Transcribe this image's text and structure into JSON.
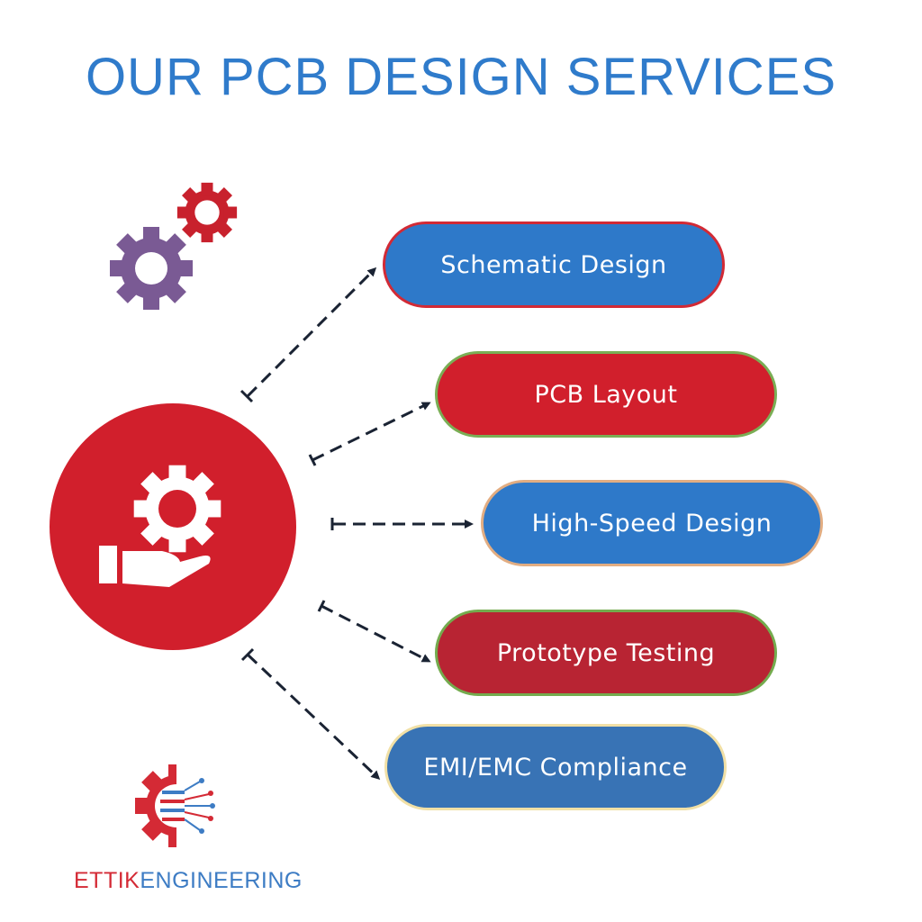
{
  "title": "OUR PCB DESIGN SERVICES",
  "services": [
    {
      "label": "Schematic Design",
      "fill": "#2e79c9",
      "border": "#d22a35"
    },
    {
      "label": "PCB Layout",
      "fill": "#d11f2c",
      "border": "#7aae55"
    },
    {
      "label": "High-Speed Design",
      "fill": "#2e79c9",
      "border": "#e2ad82"
    },
    {
      "label": "Prototype Testing",
      "fill": "#b82433",
      "border": "#74ab4e"
    },
    {
      "label": "EMI/EMC Compliance",
      "fill": "#3873b5",
      "border": "#f1e0a6"
    }
  ],
  "brand": {
    "part1": "ETTIK",
    "part2": "ENGINEERING"
  },
  "colors": {
    "title": "#2f7bcb",
    "hub": "#d11f2c",
    "gear_purple": "#7a5a94",
    "gear_red": "#c8212d",
    "arrow": "#1a2333"
  }
}
